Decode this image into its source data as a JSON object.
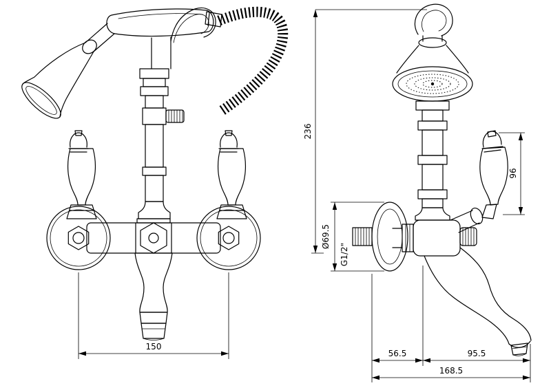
{
  "drawing": {
    "background": "#ffffff",
    "line_color": "#000000",
    "views": {
      "front": "front-view",
      "side": "side-view"
    },
    "dimensions": {
      "front_width": "150",
      "overall_height": "236",
      "lever_height": "96",
      "flange_diameter": "Ø69.5",
      "thread_size": "G1/2\"",
      "wall_to_axis": "56.5",
      "axis_to_spout": "95.5",
      "total_reach": "168.5"
    }
  }
}
